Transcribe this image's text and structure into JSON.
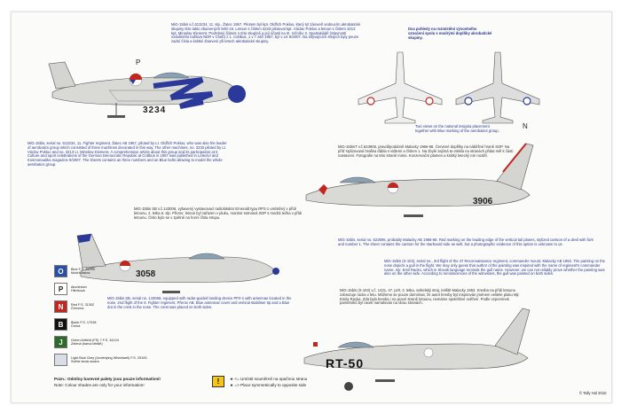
{
  "aircraft": {
    "a1": {
      "id_text": "MiG-15bis v.č.613234, 11. slp., Žatec 1957. Pilotem byl kpt. Oldřich Pokluo, který tyl zároveň vedoucím akrobatické skupiny této takto zbarvených MiG-15. Letoun s číslem 3233 pilotoval kpt. Václav Pokluo a letoun s číslem 3213 kpt. Miroslav Klement. Podrobný článek o této skupině a její účasti na III. ročníku 2. Spartakiádě (Slavnosti vzdušného loďstva NDR v Cheb) z 1. Cottbus, 1 v 7 září 1957, byl v LK 9/2007. Na zbývajících strojích byly pouze zadní čísla a krátké zbarvení při letech akrobatické skupiny.",
      "en_text": "MiG-15bis, serial no. 613234, 11. Fighter regiment, Žatec AB 1957, piloted by Lt. Oldřich Pokluo, who was also the leader of aerobatics group which consisted of three machines decorated in this way. The other machines, no. 3233 piloted by Lt. Václav Pokluo and no. 3213 Lt. Miroslav Klement. A comprehensive article about this group and its participation at II. Culture and sport celebrations of the German Democratic Republic at Cottbus in 1957 was published in Letectví and Kosmonautika magazine 9/2007. The sheets contains an three numbers and an Blue bolts allowing to model the whole aerobatics group.",
      "number": "3234",
      "marker": "P"
    },
    "a2": {
      "id_text": "MiG-15bis SB v.č.143006, vybavený vystavovací radiolokátor Emerald typu RP2-1 umístěný v přídi letounu, 2. letka 6. slp. Přerov: letoun byl zařazen v pluku, monitor setrvává SDP s modrá tečka v přídi letounu. Číslo bylo se v zpětně na horní čísla strupu.",
      "en_text": "MiG-15bis SB, serial no. 143058, equipped with radar-guided landing device PP2-1 with antennae located in the nose, 2nd flight of the 6. Fighter regiment, Přerov AB. Blue antennae cover and vertical stabiliser tip and a Blue dot in the crest in the nose. The crest was placed on both sides.",
      "number": "3058"
    },
    "a3": {
      "id_text": "MiG-15bisT v.č.623906, pravděpodobně Malacky 1966-68. Červené doplňky na náběžné hraně SOP. Na příď stylizovaná hraška ďábla s vidlemi a číslem 1. Na zbylé zajímá ta vtiskla na stranách přidal měl k části nastavení. Fotografie na této straně mimo. Konzervační plamen a krátký letecký mé rozděl.",
      "en_text": "MiG-15bis, serial no. 623906, probably Malacky AB 1966-68. Red marking on the leading edge of the vertical tail planes, stylized cartoon of a devil with fork and number 1. The sheet contains the cartoon for the starboard side as well, but a photographic evidence of this option is unknown to us.",
      "number": "3906",
      "marker": "N"
    },
    "a4": {
      "id_text": "MiG-15bis (S-103) v.č. 1431, 47. průz. pl., Malacky 1953. Sloupky na přídi letounu Jurak Michael Schratter ve barvách stanice pro. Na jízdě pilotovaní na stěnách všech ruch. Poradní zároveň na letouny s označením je vyznačená ne stejného ročníku.",
      "en_text": "MiG-15bis (S-103), serial no., 3rd flight of the 47 Reconnaissance regiment, commander mount, Malacky AB 1953. The painting on the nose depicts a gull in the flight. We may only guess that author of the painting was inspired with the name of regiment's commander name, mjr. Emil Racko, which in Slovak language reminds the gull name. However, we can not reliably prove whether the painting was also on the other side. According to reminiscences of the witnesses, the gull was painted on both sides.",
      "en_text2": "MiG-15bis (S-103) v.č. 1431, 47. pzlr, 3. letka, velitelský stroj, letiště Malacky 1953. Kresba na přídi letounu zobrazuje racka v letu. Můžeme se pouze domnívat, že autor kresby byl inspirován jménem velitele pluku Mjr. Emila Racka. Zda byla kresba i na pravé straně letounu, nemáme spolehlivé ověření. Podle vzpomínek pamětníků byl racek namalován na obou stranách.",
      "number": "RT-50"
    }
  },
  "topview": {
    "cz_text": "Dva pohledy na rozmístění výsostného označení spolu s modrými doplňky akrobatické skupiny.",
    "en_text": "Two views on the national insignia placement together with Blue marking of the aerobatics group."
  },
  "legend": {
    "items": [
      {
        "code": "O",
        "color": "#2950a8",
        "text_color": "#ffffff",
        "label": "Blue F.S. 35095\nModrá barva"
      },
      {
        "code": "P",
        "color": "#ffffff",
        "text_color": "#222222",
        "label": "Aluminium\nHliníková"
      },
      {
        "code": "N",
        "color": "#c1271f",
        "text_color": "#ffffff",
        "label": "Red F.S. 31302\nČervená"
      },
      {
        "code": "B",
        "color": "#111111",
        "text_color": "#ffffff",
        "label": "Black F.S. 17038\nČerná"
      },
      {
        "code": "J",
        "color": "#2d6b2a",
        "text_color": "#ffffff",
        "label": "Green Airfield (FS) 7 F.S. 34124\nZelená (barva letiště)"
      },
      {
        "code": "",
        "color": "#d9dde6",
        "text_color": "#222222",
        "label": "Light Blue Grey (Underlying Wheelwell) F.S. 25193\nSvětle šedá modrá"
      }
    ],
    "note_cz": "Pozn.: Odstíny barevné palety jsou pouze informativní!",
    "note_en": "Note: Colour shades are only for your information!",
    "warn_symbol": "!",
    "symbol1": "★ <= Umístit souměrně na opačnou stranu",
    "symbol2": "★ => Place symmetrically to opposite side"
  },
  "copyright": "© Tally Hol 2010"
}
